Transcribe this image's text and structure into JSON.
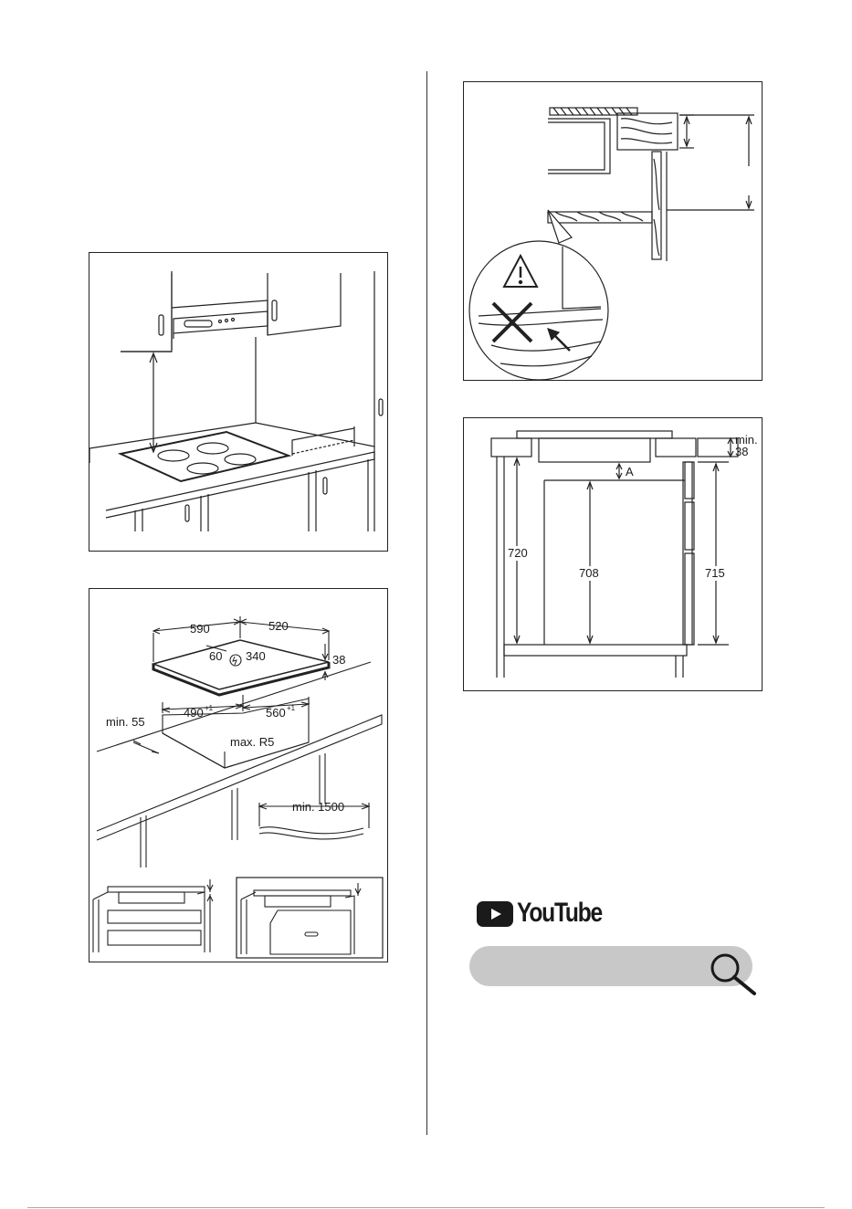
{
  "diagram_kitchen": {},
  "diagram_cutout": {
    "dim_width": "590",
    "dim_depth": "520",
    "dim_conn_a": "60",
    "dim_conn_b": "340",
    "dim_height": "38",
    "dim_cut_w": "490",
    "dim_cut_w_tol": "+1",
    "dim_cut_d": "560",
    "dim_cut_d_tol": "+1",
    "dim_min_edge": "min. 55",
    "dim_radius": "max. R5",
    "dim_cable": "min. 1500"
  },
  "diagram_warning": {},
  "diagram_heights": {
    "dim_min": "min.",
    "dim_min_val": "38",
    "dim_a": "A",
    "dim_720": "720",
    "dim_708": "708",
    "dim_715": "715"
  },
  "youtube": {
    "word": "YouTube",
    "search_placeholder": "",
    "color_bar": "#c8c8c8",
    "icon": "play-button-icon"
  }
}
